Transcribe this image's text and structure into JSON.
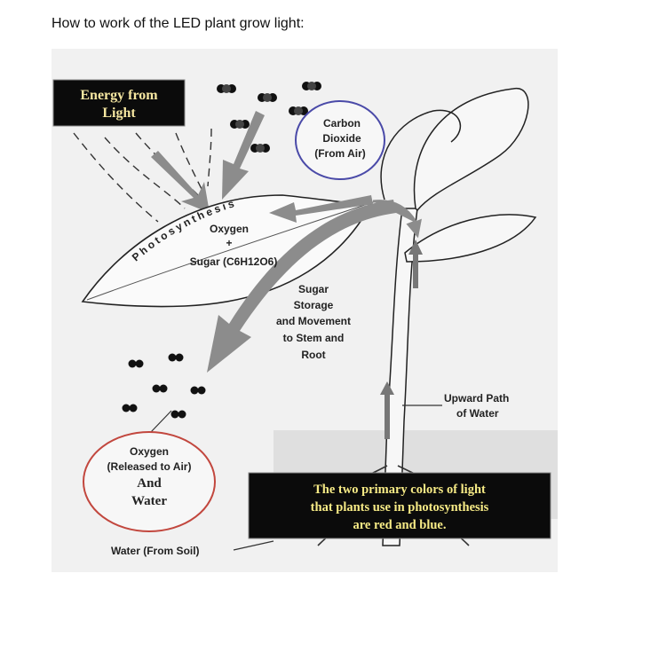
{
  "page": {
    "title": "How to work of the LED plant grow light:"
  },
  "diagram": {
    "energy_box": {
      "line1": "Energy from",
      "line2": "Light"
    },
    "carbon_dioxide": {
      "line1": "Carbon",
      "line2": "Dioxide",
      "line3": "(From Air)"
    },
    "photosynthesis_label": "Photosynthesis",
    "oxygen_label": "Oxygen",
    "plus_sign": "+",
    "sugar_formula": "Sugar (C6H12O6)",
    "sugar_storage": {
      "line1": "Sugar",
      "line2": "Storage",
      "line3": "and Movement",
      "line4": "to Stem and",
      "line5": "Root"
    },
    "upward_path": {
      "line1": "Upward Path",
      "line2": "of Water"
    },
    "oxygen_released": {
      "line1": "Oxygen",
      "line2": "(Released to Air)",
      "line3": "And",
      "line4": "Water"
    },
    "water_from_soil": "Water (From Soil)",
    "colors_box": {
      "line1": "The two primary colors of light",
      "line2": "that plants use in photosynthesis",
      "line3": "are red and blue."
    },
    "colors": {
      "energy_text": "#f6e7a1",
      "colors_text": "#f7eb86",
      "box_bg": "#0b0b0b",
      "co2_ring": "#4a4aa8",
      "oxygen_ring": "#c2473e",
      "diagram_bg": "#f1f1f1",
      "arrow": "#8c8c8c"
    }
  }
}
